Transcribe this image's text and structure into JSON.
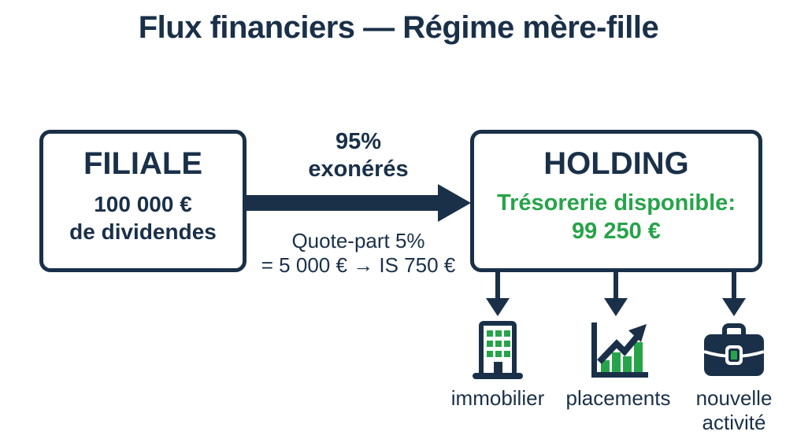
{
  "colors": {
    "navy": "#1a3049",
    "green": "#27a349",
    "background": "#ffffff"
  },
  "title": "Flux financiers — Régime mère-fille",
  "filiale": {
    "name": "FILIALE",
    "amount": "100 000 €",
    "caption": "de dividendes"
  },
  "flow": {
    "exempt_line1": "95%",
    "exempt_line2": "exonérés",
    "quote_line1": "Quote-part 5%",
    "quote_line2": "= 5 000 € → IS 750 €"
  },
  "holding": {
    "name": "HOLDING",
    "treasury_label": "Trésorerie disponible:",
    "treasury_amount": "99 250 €"
  },
  "allocations": [
    {
      "icon": "building-icon",
      "label": "immobilier"
    },
    {
      "icon": "growth-chart-icon",
      "label": "placements"
    },
    {
      "icon": "briefcase-icon",
      "label": "nouvelle activité"
    }
  ]
}
